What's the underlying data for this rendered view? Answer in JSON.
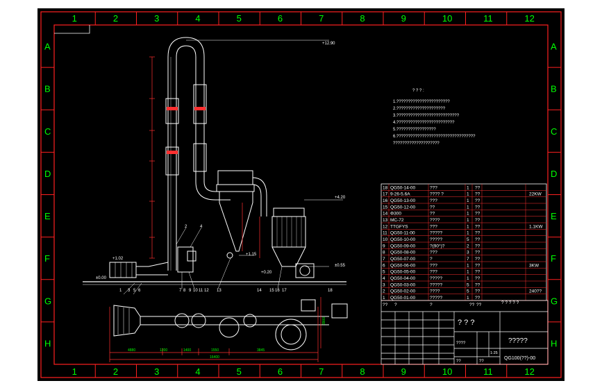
{
  "border": {
    "columns": [
      "1",
      "2",
      "3",
      "4",
      "5",
      "6",
      "7",
      "8",
      "9",
      "10",
      "11",
      "12"
    ],
    "rows": [
      "A",
      "B",
      "C",
      "D",
      "E",
      "F",
      "G",
      "H"
    ]
  },
  "elevations": {
    "top": "+12.90",
    "mid": "+4.20",
    "cyclone": "+1.15",
    "fan": "+0.20",
    "floor_left": "±0.00",
    "right": "±0.55",
    "heater": "+1.02"
  },
  "callouts": [
    "1",
    "2",
    "3",
    "4",
    "5",
    "6",
    "7",
    "8",
    "9",
    "10",
    "11",
    "12",
    "13",
    "14",
    "15",
    "16",
    "17",
    "18"
  ],
  "dimensions": {
    "bottom_segments": [
      "4880",
      "1200",
      "1400",
      "1550",
      "3845"
    ],
    "bottom_total": "16400",
    "right_height": "3900"
  },
  "notes": {
    "title": "? ? ? :",
    "lines": [
      "1.???????????????????????",
      "2.?????????????????????",
      "3.???????????????????????????",
      "4.?????????????????????????",
      "5.?????????????????",
      "6.??????????????????????????????????",
      "  ????????????????????"
    ]
  },
  "bom_rows": [
    {
      "no": "18",
      "code": "QG50-14-00",
      "name": "???",
      "q": "1",
      "m": "??",
      "note": ""
    },
    {
      "no": "17",
      "code": "9-26-5.6A",
      "name": "???? ?",
      "q": "1",
      "m": "??",
      "note": "22KW"
    },
    {
      "no": "16",
      "code": "QG50-13-00",
      "name": "???",
      "q": "1",
      "m": "??",
      "note": ""
    },
    {
      "no": "15",
      "code": "QG50-12-00",
      "name": "??",
      "q": "1",
      "m": "??",
      "note": ""
    },
    {
      "no": "14",
      "code": "Φ300",
      "name": "??",
      "q": "1",
      "m": "??",
      "note": ""
    },
    {
      "no": "13",
      "code": "MC-72",
      "name": "????",
      "q": "1",
      "m": "??",
      "note": ""
    },
    {
      "no": "12",
      "code": "TTGFYS",
      "name": "???",
      "q": "1",
      "m": "??",
      "note": "1.1KW"
    },
    {
      "no": "11",
      "code": "QG50-11-00",
      "name": "?????",
      "q": "1",
      "m": "??",
      "note": ""
    },
    {
      "no": "10",
      "code": "QG50-10-00",
      "name": "?????",
      "q": "5",
      "m": "??",
      "note": ""
    },
    {
      "no": "9",
      "code": "QG50-09-00",
      "name": "?(90°)?",
      "q": "2",
      "m": "??",
      "note": ""
    },
    {
      "no": "8",
      "code": "QG50-08-00",
      "name": "???",
      "q": "3",
      "m": "??",
      "note": ""
    },
    {
      "no": "7",
      "code": "QG50-07-00",
      "name": "?",
      "q": "7",
      "m": "??",
      "note": ""
    },
    {
      "no": "6",
      "code": "QG50-06-00",
      "name": "???",
      "q": "1",
      "m": "??",
      "note": "3KW"
    },
    {
      "no": "5",
      "code": "QG50-05-00",
      "name": "???",
      "q": "1",
      "m": "??",
      "note": ""
    },
    {
      "no": "4",
      "code": "QG50-04-00",
      "name": "?????",
      "q": "1",
      "m": "??",
      "note": ""
    },
    {
      "no": "3",
      "code": "QG50-03-00",
      "name": "?????",
      "q": "5",
      "m": "??",
      "note": ""
    },
    {
      "no": "2",
      "code": "QG50-02-00",
      "name": "????",
      "q": "5",
      "m": "??",
      "note": "240??"
    },
    {
      "no": "1",
      "code": "QG50-01-00",
      "name": "?????",
      "q": "1",
      "m": "??",
      "note": ""
    }
  ],
  "bom_header": {
    "no": "??",
    "code": "?",
    "name": "?",
    "q": "??",
    "m": "??",
    "note": "? ? ? ? ?"
  },
  "title_block": {
    "drawing_name": "? ? ?",
    "company": "?????",
    "drawing_no": "QG100(??)-00",
    "scale_label": "????",
    "sheet_labels": [
      "??",
      "??"
    ],
    "scale_value": "1:25"
  }
}
